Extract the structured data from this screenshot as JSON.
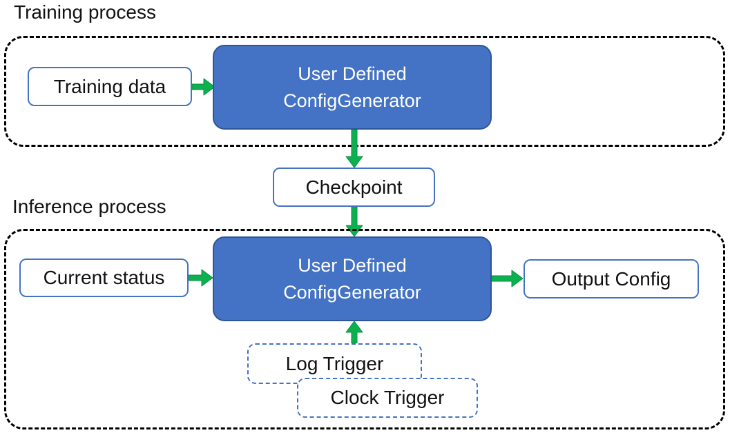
{
  "colors": {
    "generator_fill": "#4472C4",
    "generator_border": "#2F5597",
    "io_box_border": "#4472C4",
    "trigger_border": "#4472C4",
    "container_border": "#000000",
    "arrow_fill": "#0CB04F",
    "arrow_outline": "#089140",
    "text_dark": "#111111",
    "text_light": "#FFFFFF"
  },
  "training": {
    "label": "Training process",
    "input_box": "Training data"
  },
  "generator": {
    "line1": "User Defined",
    "line2": "ConfigGenerator"
  },
  "checkpoint": {
    "label": "Checkpoint"
  },
  "inference": {
    "label": "Inference process",
    "input_box": "Current status",
    "output_box": "Output Config",
    "log_trigger": "Log Trigger",
    "clock_trigger": "Clock Trigger"
  }
}
